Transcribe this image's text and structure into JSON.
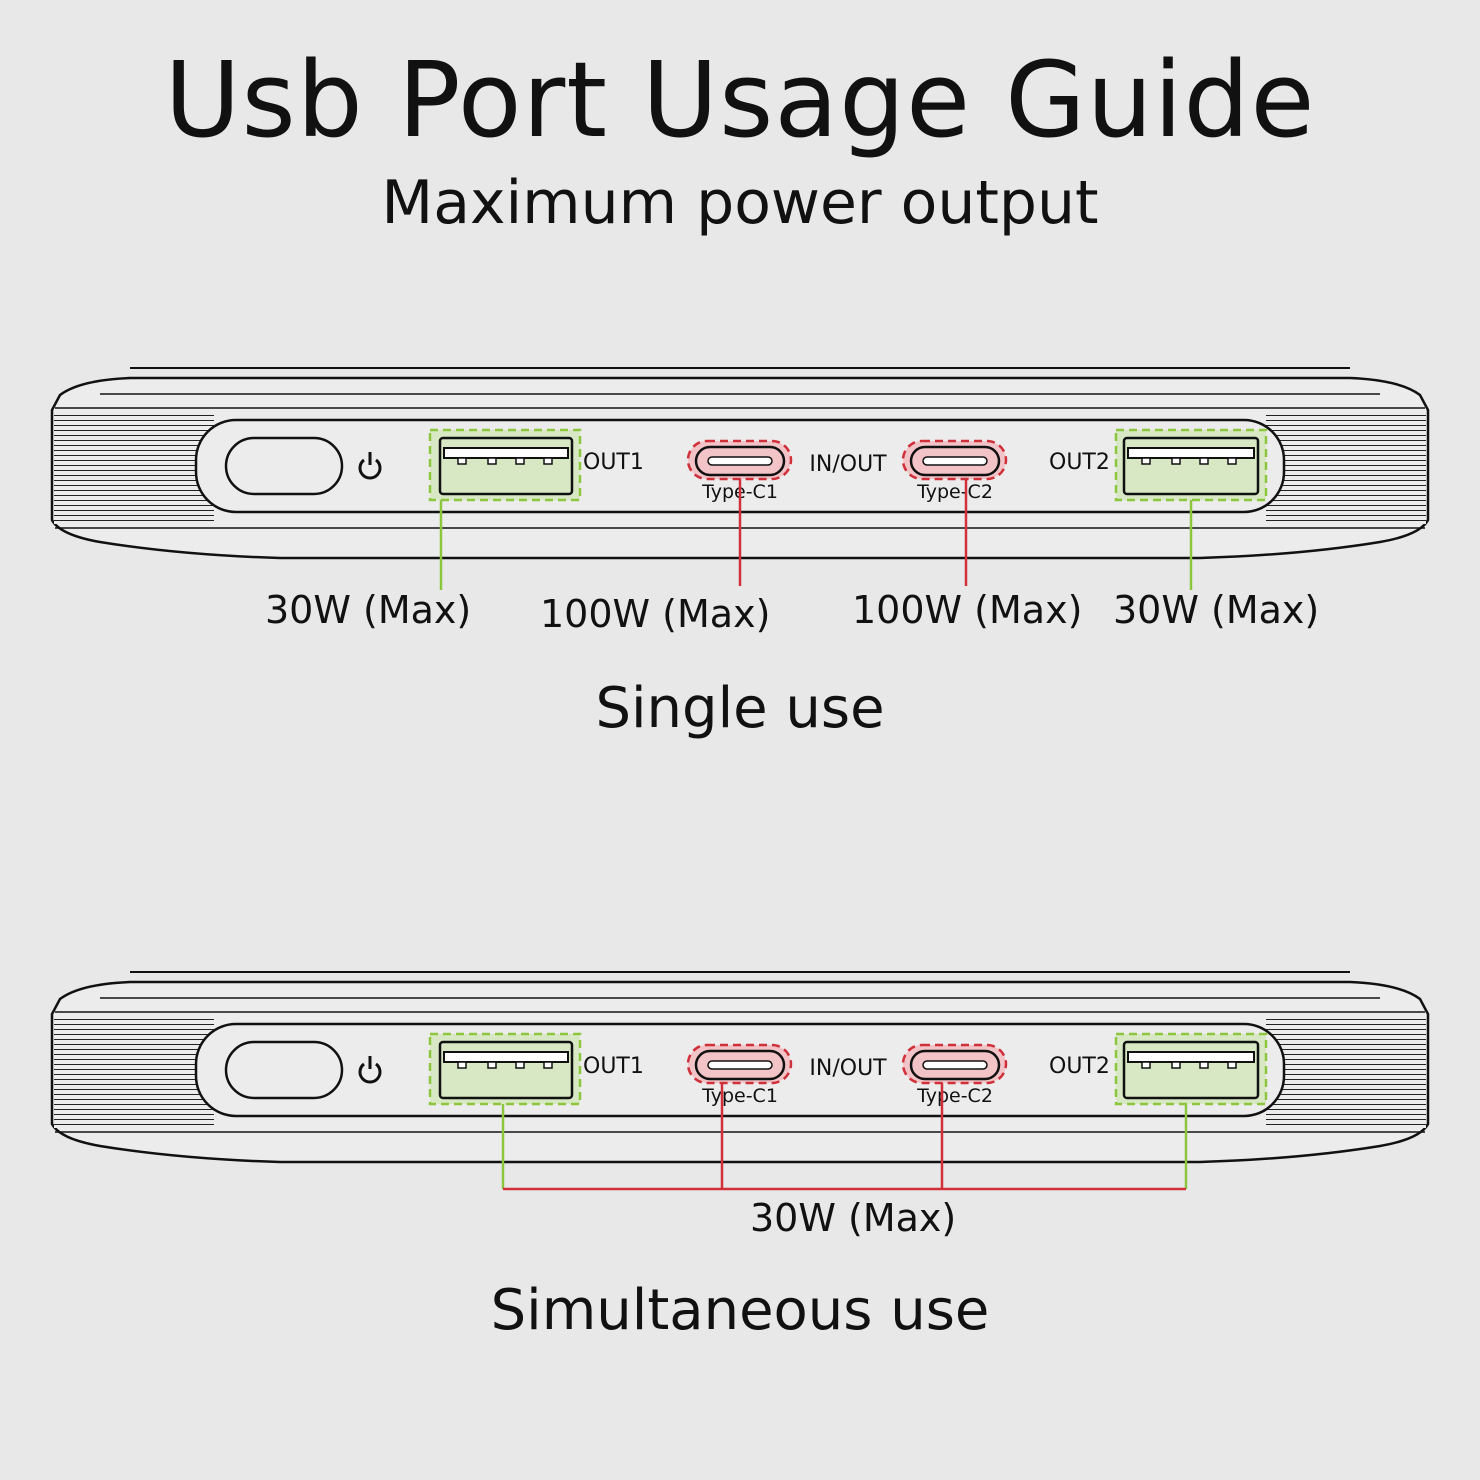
{
  "header": {
    "title": "Usb Port Usage Guide",
    "subtitle": "Maximum power output"
  },
  "ports": {
    "out1": "OUT1",
    "inout": "IN/OUT",
    "out2": "OUT2",
    "typec1": "Type-C1",
    "typec2": "Type-C2"
  },
  "single_use": {
    "label": "Single use",
    "out1_power": "30W (Max)",
    "typec1_power": "100W (Max)",
    "typec2_power": "100W (Max)",
    "out2_power": "30W (Max)"
  },
  "simultaneous_use": {
    "label": "Simultaneous use",
    "combined_power": "30W (Max)"
  },
  "colors": {
    "usb_a_highlight": "#8cc63f",
    "type_c_highlight": "#d0303a",
    "usb_a_fill": "#d9e8c4",
    "type_c_fill": "#f2c4c8",
    "background": "#e8e8e8"
  }
}
